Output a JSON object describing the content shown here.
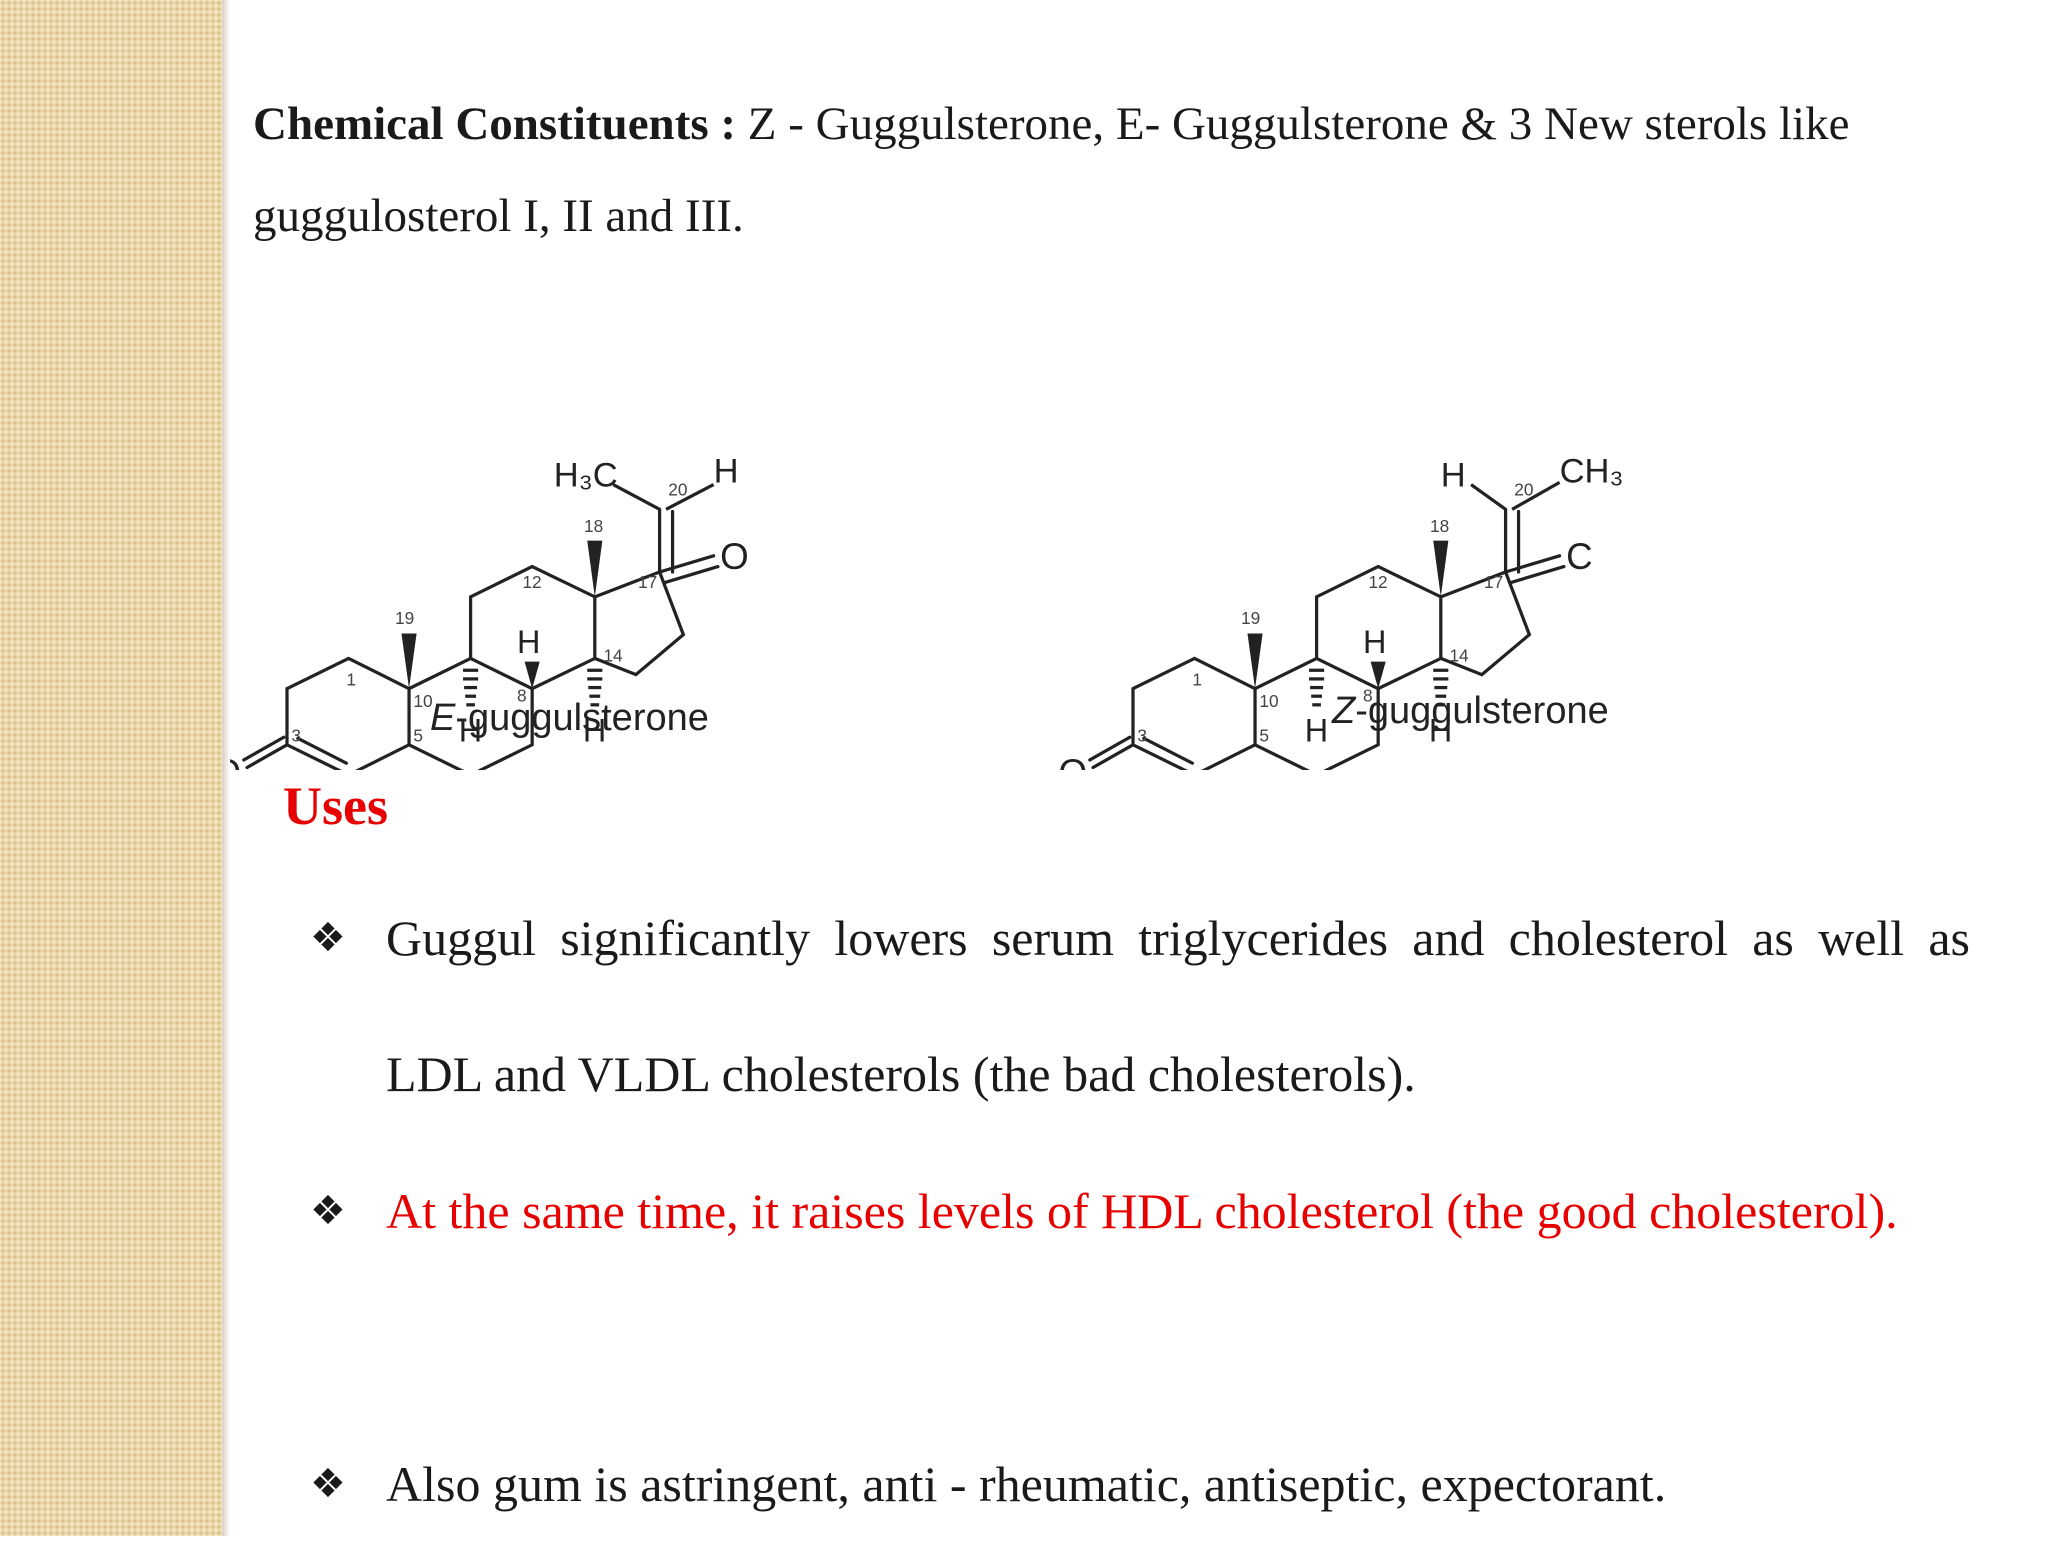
{
  "constituents": {
    "label": "Chemical Constituents :",
    "text": " Z - Guggulsterone, E- Guggulsterone  & 3 New sterols like guggulosterol I, II and III."
  },
  "structures": [
    {
      "name": "E-guggulsterone",
      "prefix": "E",
      "suffix": "-guggulsterone",
      "left_group": "H₃C",
      "right_group": "H",
      "carbonyl_o": "O",
      "ketone_o": "O",
      "h_labels": [
        "H",
        "H",
        "H"
      ],
      "numbers": [
        "20",
        "18",
        "12",
        "17",
        "19",
        "14",
        "1",
        "10",
        "8",
        "3",
        "5"
      ]
    },
    {
      "name": "Z-guggulsterone",
      "prefix": "Z",
      "suffix": "-guggulsterone",
      "left_group": "H",
      "right_group": "CH₃",
      "carbonyl_o": "O",
      "ketone_o": "C",
      "h_labels": [
        "H",
        "H",
        "H"
      ],
      "numbers": [
        "20",
        "18",
        "12",
        "17",
        "19",
        "14",
        "1",
        "10",
        "8",
        "3",
        "5"
      ]
    }
  ],
  "uses": {
    "heading": "Uses",
    "bullet_symbol": "❖",
    "items": [
      {
        "text": "Guggul significantly lowers serum triglycerides and cholesterol as well as LDL and VLDL cholesterols (the bad cholesterols).",
        "color": "#1a1a1a"
      },
      {
        "text": "At the same time, it raises levels of HDL cholesterol (the good cholesterol).",
        "color": "#e60000"
      },
      {
        "text": "Also gum is astringent, anti - rheumatic, antiseptic, expectorant.",
        "color": "#1a1a1a"
      }
    ]
  }
}
